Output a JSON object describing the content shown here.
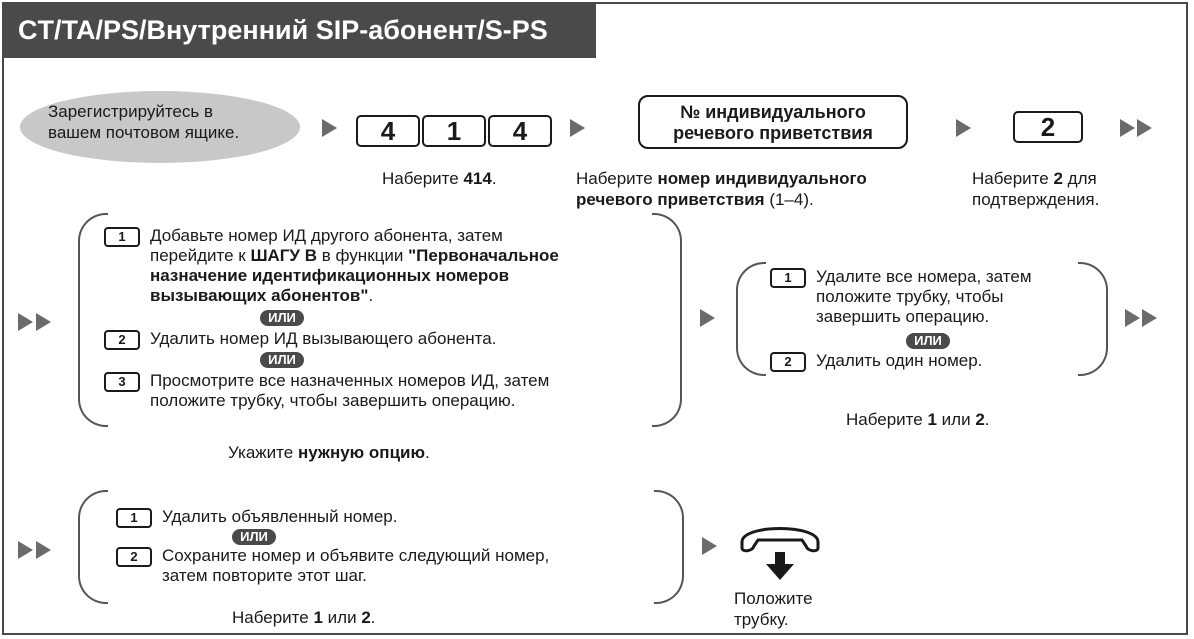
{
  "header": {
    "title": "CT/TA/PS/Внутренний SIP-абонент/S-PS"
  },
  "row1": {
    "login_line1": "Зарегистрируйтесь в",
    "login_line2": "вашем почтовом ящике.",
    "digits": [
      "4",
      "1",
      "4"
    ],
    "dial_text": "Наберите",
    "dial_code": "414",
    "dial_period": ".",
    "greeting_box_line1": "№ индивидуального",
    "greeting_box_line2": "речевого приветствия",
    "greeting_cap_pre": "Наберите",
    "greeting_cap_bold1": "номер индивидуального",
    "greeting_cap_bold2": "речевого приветствия",
    "greeting_cap_post": "(1–4).",
    "confirm_key": "2",
    "confirm_pre": "Наберите",
    "confirm_key_bold": "2",
    "confirm_post": "для",
    "confirm_line2": "подтверждения."
  },
  "section2": {
    "options": [
      {
        "key": "1",
        "lines": [
          "Добавьте номер ИД другого абонента, затем"
        ]
      },
      {
        "key": "2",
        "lines": [
          "Удалить номер ИД вызывающего абонента."
        ]
      },
      {
        "key": "3",
        "lines": [
          "Просмотрите все назначенных номеров ИД, затем",
          "положите трубку, чтобы завершить операцию."
        ]
      }
    ],
    "opt1_line2_pre": "перейдите к",
    "opt1_line2_bold": "ШАГУ B",
    "opt1_line2_mid": "в функции",
    "opt1_line2_quote": "\"Первоначальное",
    "opt1_line3": "назначение идентификационных номеров",
    "opt1_line4": "вызывающих абонентов\"",
    "opt1_line4_end": ".",
    "or": "ИЛИ",
    "caption_pre": "Укажите",
    "caption_bold": "нужную опцию",
    "caption_post": "."
  },
  "section3": {
    "options": [
      {
        "key": "1",
        "lines": [
          "Удалите все номера, затем",
          "положите трубку, чтобы",
          "завершить операцию."
        ]
      },
      {
        "key": "2",
        "lines": [
          "Удалить один номер."
        ]
      }
    ],
    "or": "ИЛИ",
    "caption_pre": "Наберите",
    "caption_k1": "1",
    "caption_mid": "или",
    "caption_k2": "2",
    "caption_post": "."
  },
  "section4": {
    "options": [
      {
        "key": "1",
        "lines": [
          "Удалить объявленный номер."
        ]
      },
      {
        "key": "2",
        "lines": [
          "Сохраните номер и объявите следующий номер,",
          "затем повторите этот шаг."
        ]
      }
    ],
    "or": "ИЛИ",
    "caption_pre": "Наберите",
    "caption_k1": "1",
    "caption_mid": "или",
    "caption_k2": "2",
    "caption_post": ".",
    "hangup_line1": "Положите",
    "hangup_line2": "трубку."
  }
}
